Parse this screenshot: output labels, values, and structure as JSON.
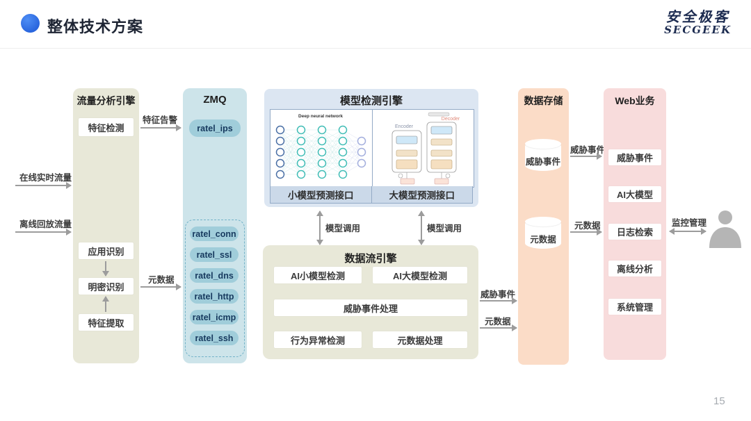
{
  "page": {
    "title": "整体技术方案",
    "page_number": "15"
  },
  "logo": {
    "cn": "安全极客",
    "en": "SECGEEK"
  },
  "colors": {
    "accent_blue": "#2a66de",
    "panel_olive": "#e8e8d8",
    "panel_zmq_blue": "#cde4ea",
    "pill_blue": "#a0cdda",
    "panel_model_steel": "#dce6f2",
    "panel_storage_peach": "#fbdcc7",
    "panel_web_pink": "#f8dcdc",
    "arrow_grey": "#9c9c9c",
    "logo_navy": "#1c2b50"
  },
  "traffic_engine": {
    "title": "流量分析引擎",
    "feature_detect": "特征检测",
    "app_identify": "应用识别",
    "plain_cipher_identify": "明密识别",
    "feature_extract": "特征提取"
  },
  "zmq": {
    "title": "ZMQ",
    "top_queue": "ratel_ips",
    "queues": [
      "ratel_conn",
      "ratel_ssl",
      "ratel_dns",
      "ratel_http",
      "ratel_icmp",
      "ratel_ssh"
    ]
  },
  "model_engine": {
    "title": "模型检测引擎",
    "nn_caption": "Deep neural network",
    "encoder_label": "Encoder",
    "decoder_label": "Decoder",
    "small_api": "小模型预测接口",
    "large_api": "大模型预测接口"
  },
  "dataflow_engine": {
    "title": "数据流引擎",
    "ai_small": "AI小模型检测",
    "ai_large": "AI大模型检测",
    "threat_processing": "威胁事件处理",
    "behavior_anomaly": "行为异常检测",
    "metadata_processing": "元数据处理"
  },
  "data_storage": {
    "title": "数据存储",
    "threat_events": "威胁事件",
    "metadata": "元数据"
  },
  "web": {
    "title": "Web业务",
    "items": [
      "威胁事件",
      "AI大模型",
      "日志检索",
      "离线分析",
      "系统管理"
    ]
  },
  "flow_labels": {
    "online_traffic": "在线实时流量",
    "offline_traffic": "离线回放流量",
    "feature_alert": "特征告警",
    "metadata_to_zmq": "元数据",
    "model_call_small": "模型调用",
    "model_call_large": "模型调用",
    "threat_to_storage": "威胁事件",
    "metadata_to_storage": "元数据",
    "threat_to_web": "威胁事件",
    "metadata_to_web": "元数据",
    "monitor_manage": "监控管理"
  }
}
